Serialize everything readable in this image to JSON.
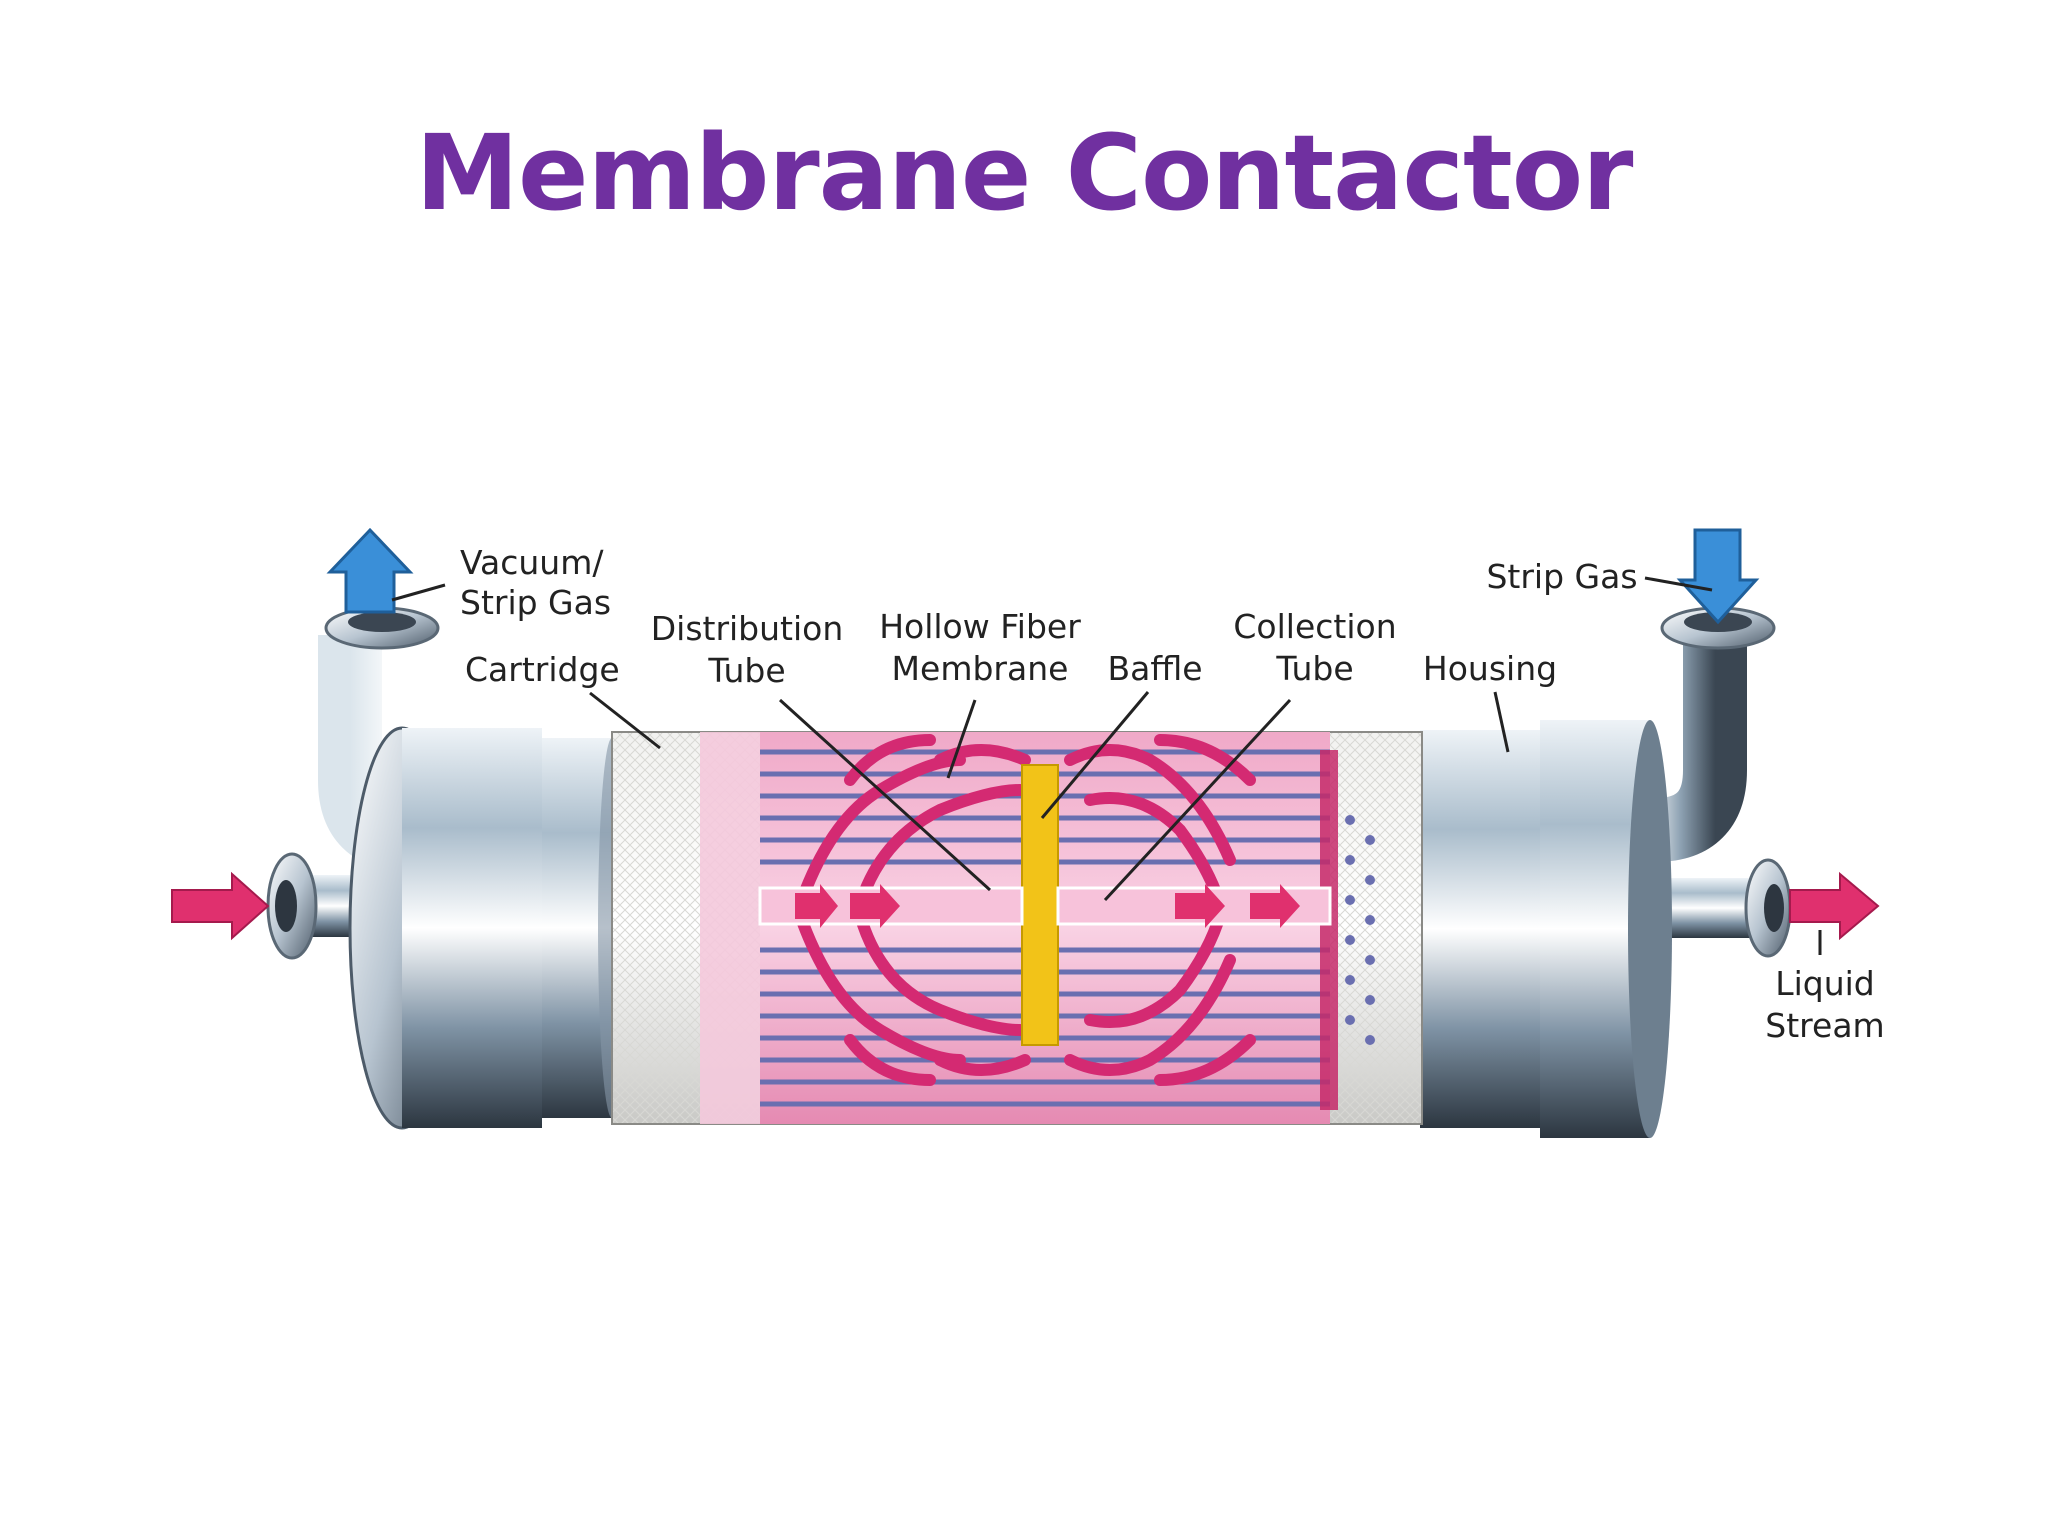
{
  "slide": {
    "title": "Membrane Contactor"
  },
  "diagram": {
    "labels": {
      "vacuum_strip_gas": [
        "Vacuum/",
        "Strip Gas"
      ],
      "cartridge": "Cartridge",
      "distribution_tube": [
        "Distribution",
        "Tube"
      ],
      "hollow_fiber_membrane": [
        "Hollow Fiber",
        "Membrane"
      ],
      "baffle": "Baffle",
      "collection_tube": [
        "Collection",
        "Tube"
      ],
      "housing": "Housing",
      "strip_gas": "Strip Gas",
      "liquid_stream": [
        "Liquid",
        "Stream"
      ]
    },
    "colors": {
      "title": "#7030a0",
      "gas_arrow": "#3a8fd8",
      "liquid_arrow": "#e0306e",
      "fiber_pink": "#f5b8d4",
      "fiber_blue": "#6a6fb0",
      "baffle": "#f2c318",
      "steel": "#b8c6d2"
    }
  }
}
